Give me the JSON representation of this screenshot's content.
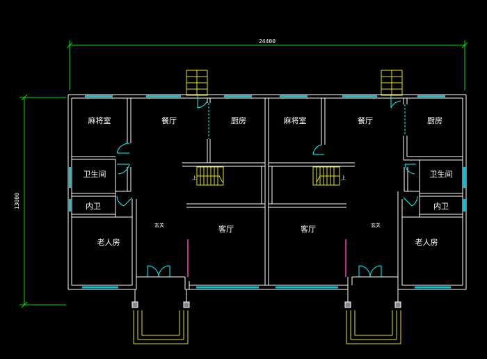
{
  "dimensions": {
    "width_total": "24400",
    "height_total": "13000"
  },
  "rooms": {
    "mahjong_left": "麻将室",
    "dining_left": "餐厅",
    "kitchen_left": "厨房",
    "mahjong_right": "麻将室",
    "dining_right": "餐厅",
    "kitchen_right": "厨房",
    "bath_left": "卫生间",
    "bath_right": "卫生间",
    "inner_bath_left": "内卫",
    "inner_bath_right": "内卫",
    "foyer_left": "玄关",
    "foyer_right": "玄关",
    "living_left": "客厅",
    "living_right": "客厅",
    "elder_left": "老人房",
    "elder_right": "老人房"
  },
  "stair_marks": {
    "left": "上",
    "right": "上"
  },
  "colors": {
    "background": "#000000",
    "wall": "#ffffff",
    "window": "#00c8d8",
    "door": "#00ffff",
    "dimension": "#00e000",
    "stair": "#e6e600",
    "accent": "#ff3cb4",
    "column": "#8a8a8a"
  }
}
